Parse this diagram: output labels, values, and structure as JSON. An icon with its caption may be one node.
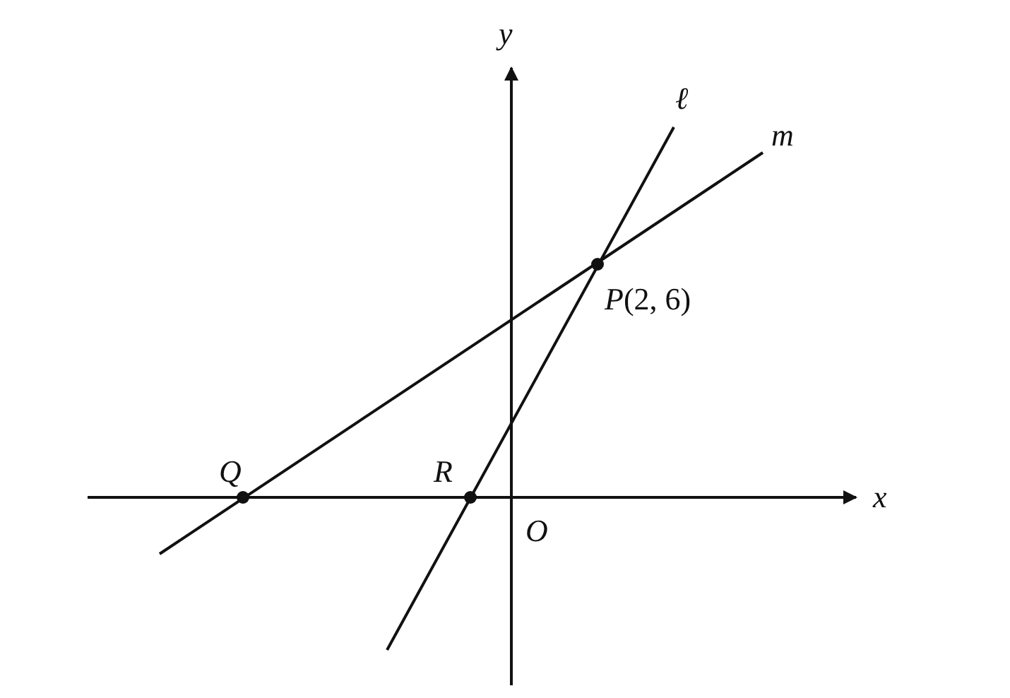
{
  "diagram": {
    "labels": [
      "y",
      "ℓ",
      "m",
      "*P*(2, 6)",
      "Q",
      "R",
      "x",
      "O"
    ]
  }
}
